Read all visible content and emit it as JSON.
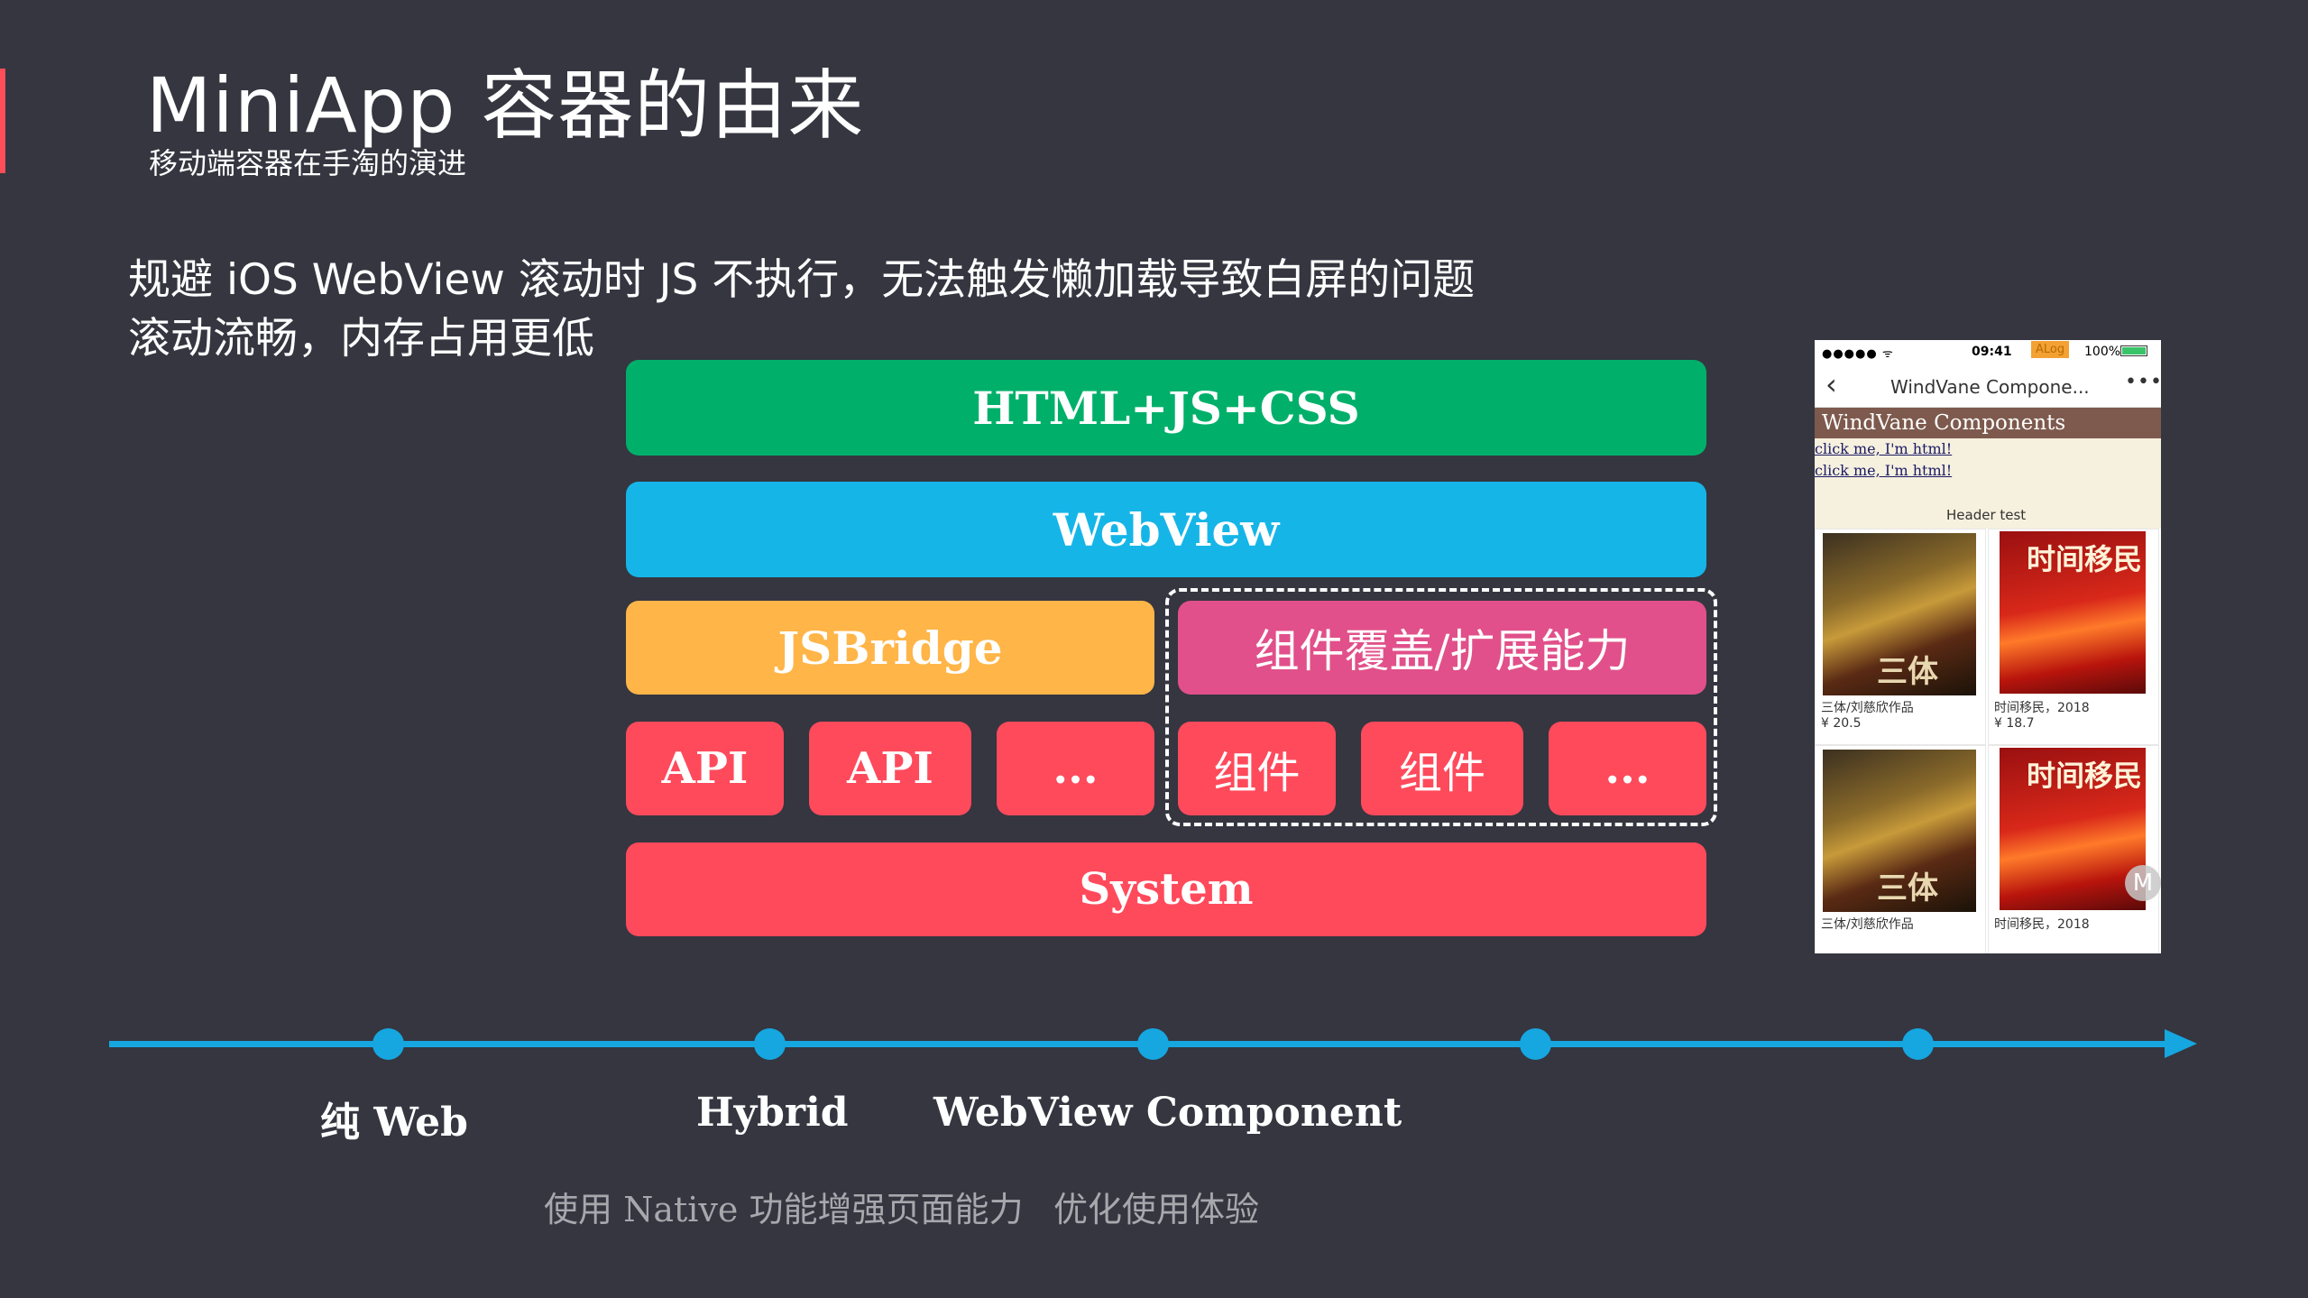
{
  "slide": {
    "title": "MiniApp 容器的由来",
    "subtitle": "移动端容器在手淘的演进",
    "bullets": [
      "规避 iOS WebView 滚动时 JS 不执行，无法触发懒加载导致白屏的问题",
      "滚动流畅，内存占用更低"
    ]
  },
  "diagram": {
    "html_layer": "HTML+JS+CSS",
    "webview_layer": "WebView",
    "jsbridge_layer": "JSBridge",
    "overlay_layer": "组件覆盖/扩展能力",
    "cells": [
      "API",
      "API",
      "...",
      "组件",
      "组件",
      "..."
    ],
    "system_layer": "System"
  },
  "phone": {
    "status": {
      "signal": "●●●●● ᯤ",
      "time": "09:41",
      "alog": "ALog",
      "battery": "100%"
    },
    "nav": {
      "back": "‹",
      "title": "WindVane Compone...",
      "more": "•••"
    },
    "banner": "WindVane Components",
    "links": [
      "click me, I'm html!",
      "click me, I'm html!"
    ],
    "header_test": "Header test",
    "products": [
      {
        "name": "三体/刘慈欣作品",
        "price": "¥ 20.5"
      },
      {
        "name": "时间移民，2018",
        "price": "¥ 18.7"
      },
      {
        "name": "三体/刘慈欣作品",
        "price": ""
      },
      {
        "name": "时间移民，2018",
        "price": ""
      }
    ],
    "floating_button": "M"
  },
  "timeline": {
    "labels": [
      "纯 Web",
      "Hybrid",
      "WebView Component"
    ],
    "descriptions": [
      "使用 Native 功能增强页面能力",
      "优化使用体验"
    ]
  },
  "colors": {
    "background": "#353640",
    "accent": "#ff4d5a",
    "green": "#00b06a",
    "blue": "#16b5e8",
    "orange": "#ffb548",
    "pink": "#e1508a",
    "red": "#ff4a5c",
    "timeline": "#16a6e0"
  }
}
